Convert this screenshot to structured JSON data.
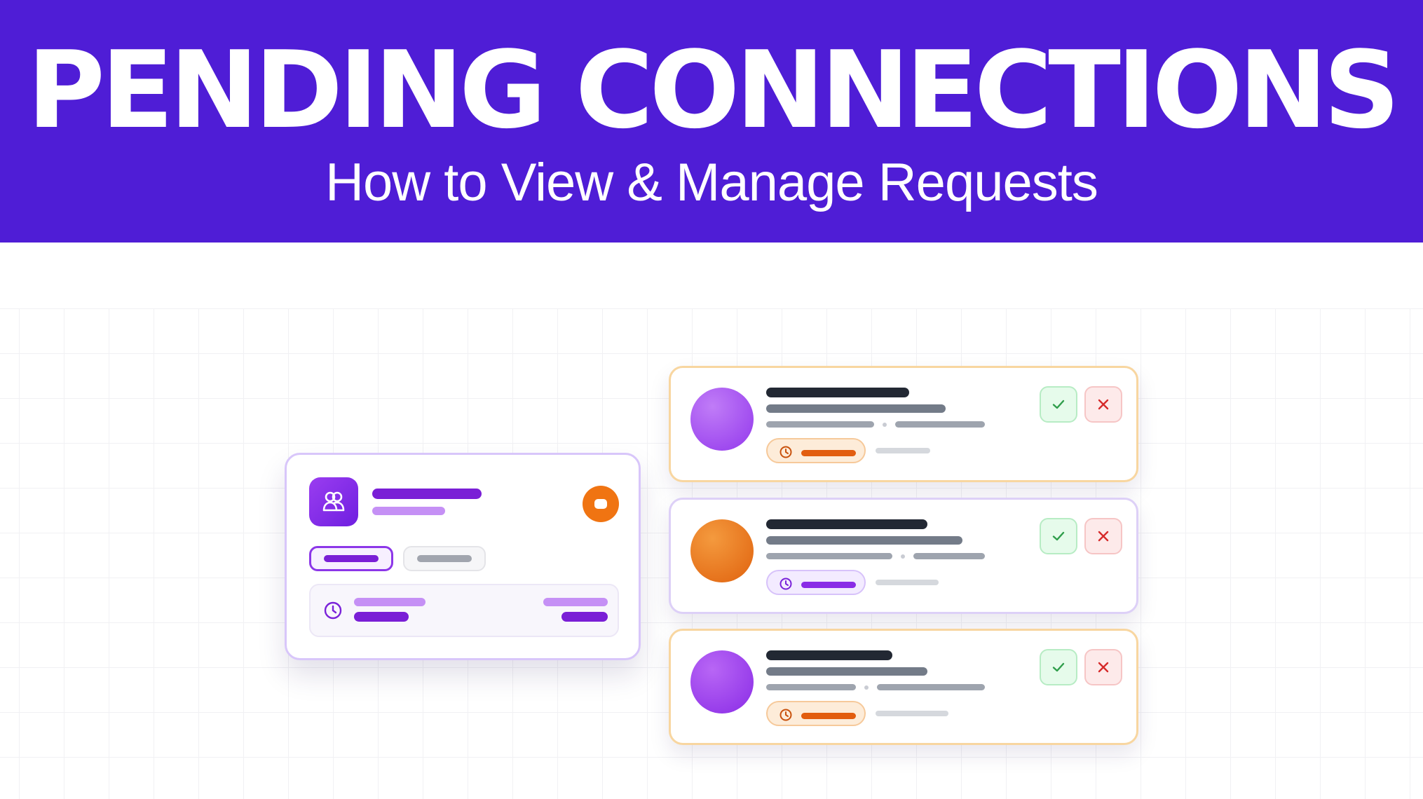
{
  "banner": {
    "title": "PENDING CONNECTIONS",
    "subtitle": "How to View & Manage Requests"
  },
  "colors": {
    "banner_bg": "#4f1dd6",
    "purple_accent": "#7a22d9",
    "orange_accent": "#f07412",
    "accept_green": "#2f9e4b",
    "decline_red": "#d62a2a"
  },
  "summary_card": {
    "icon": "users-icon",
    "status_indicator": "orange-status-dot"
  },
  "requests": [
    {
      "avatar_color": "#a64df2",
      "badge_theme": "orange",
      "icon": "clock-icon"
    },
    {
      "avatar_color": "#ee7a1d",
      "badge_theme": "purple",
      "icon": "clock-icon"
    },
    {
      "avatar_color": "#9b3cf0",
      "badge_theme": "orange",
      "icon": "clock-icon"
    }
  ],
  "actions": {
    "accept_icon": "check-icon",
    "decline_icon": "close-icon"
  }
}
